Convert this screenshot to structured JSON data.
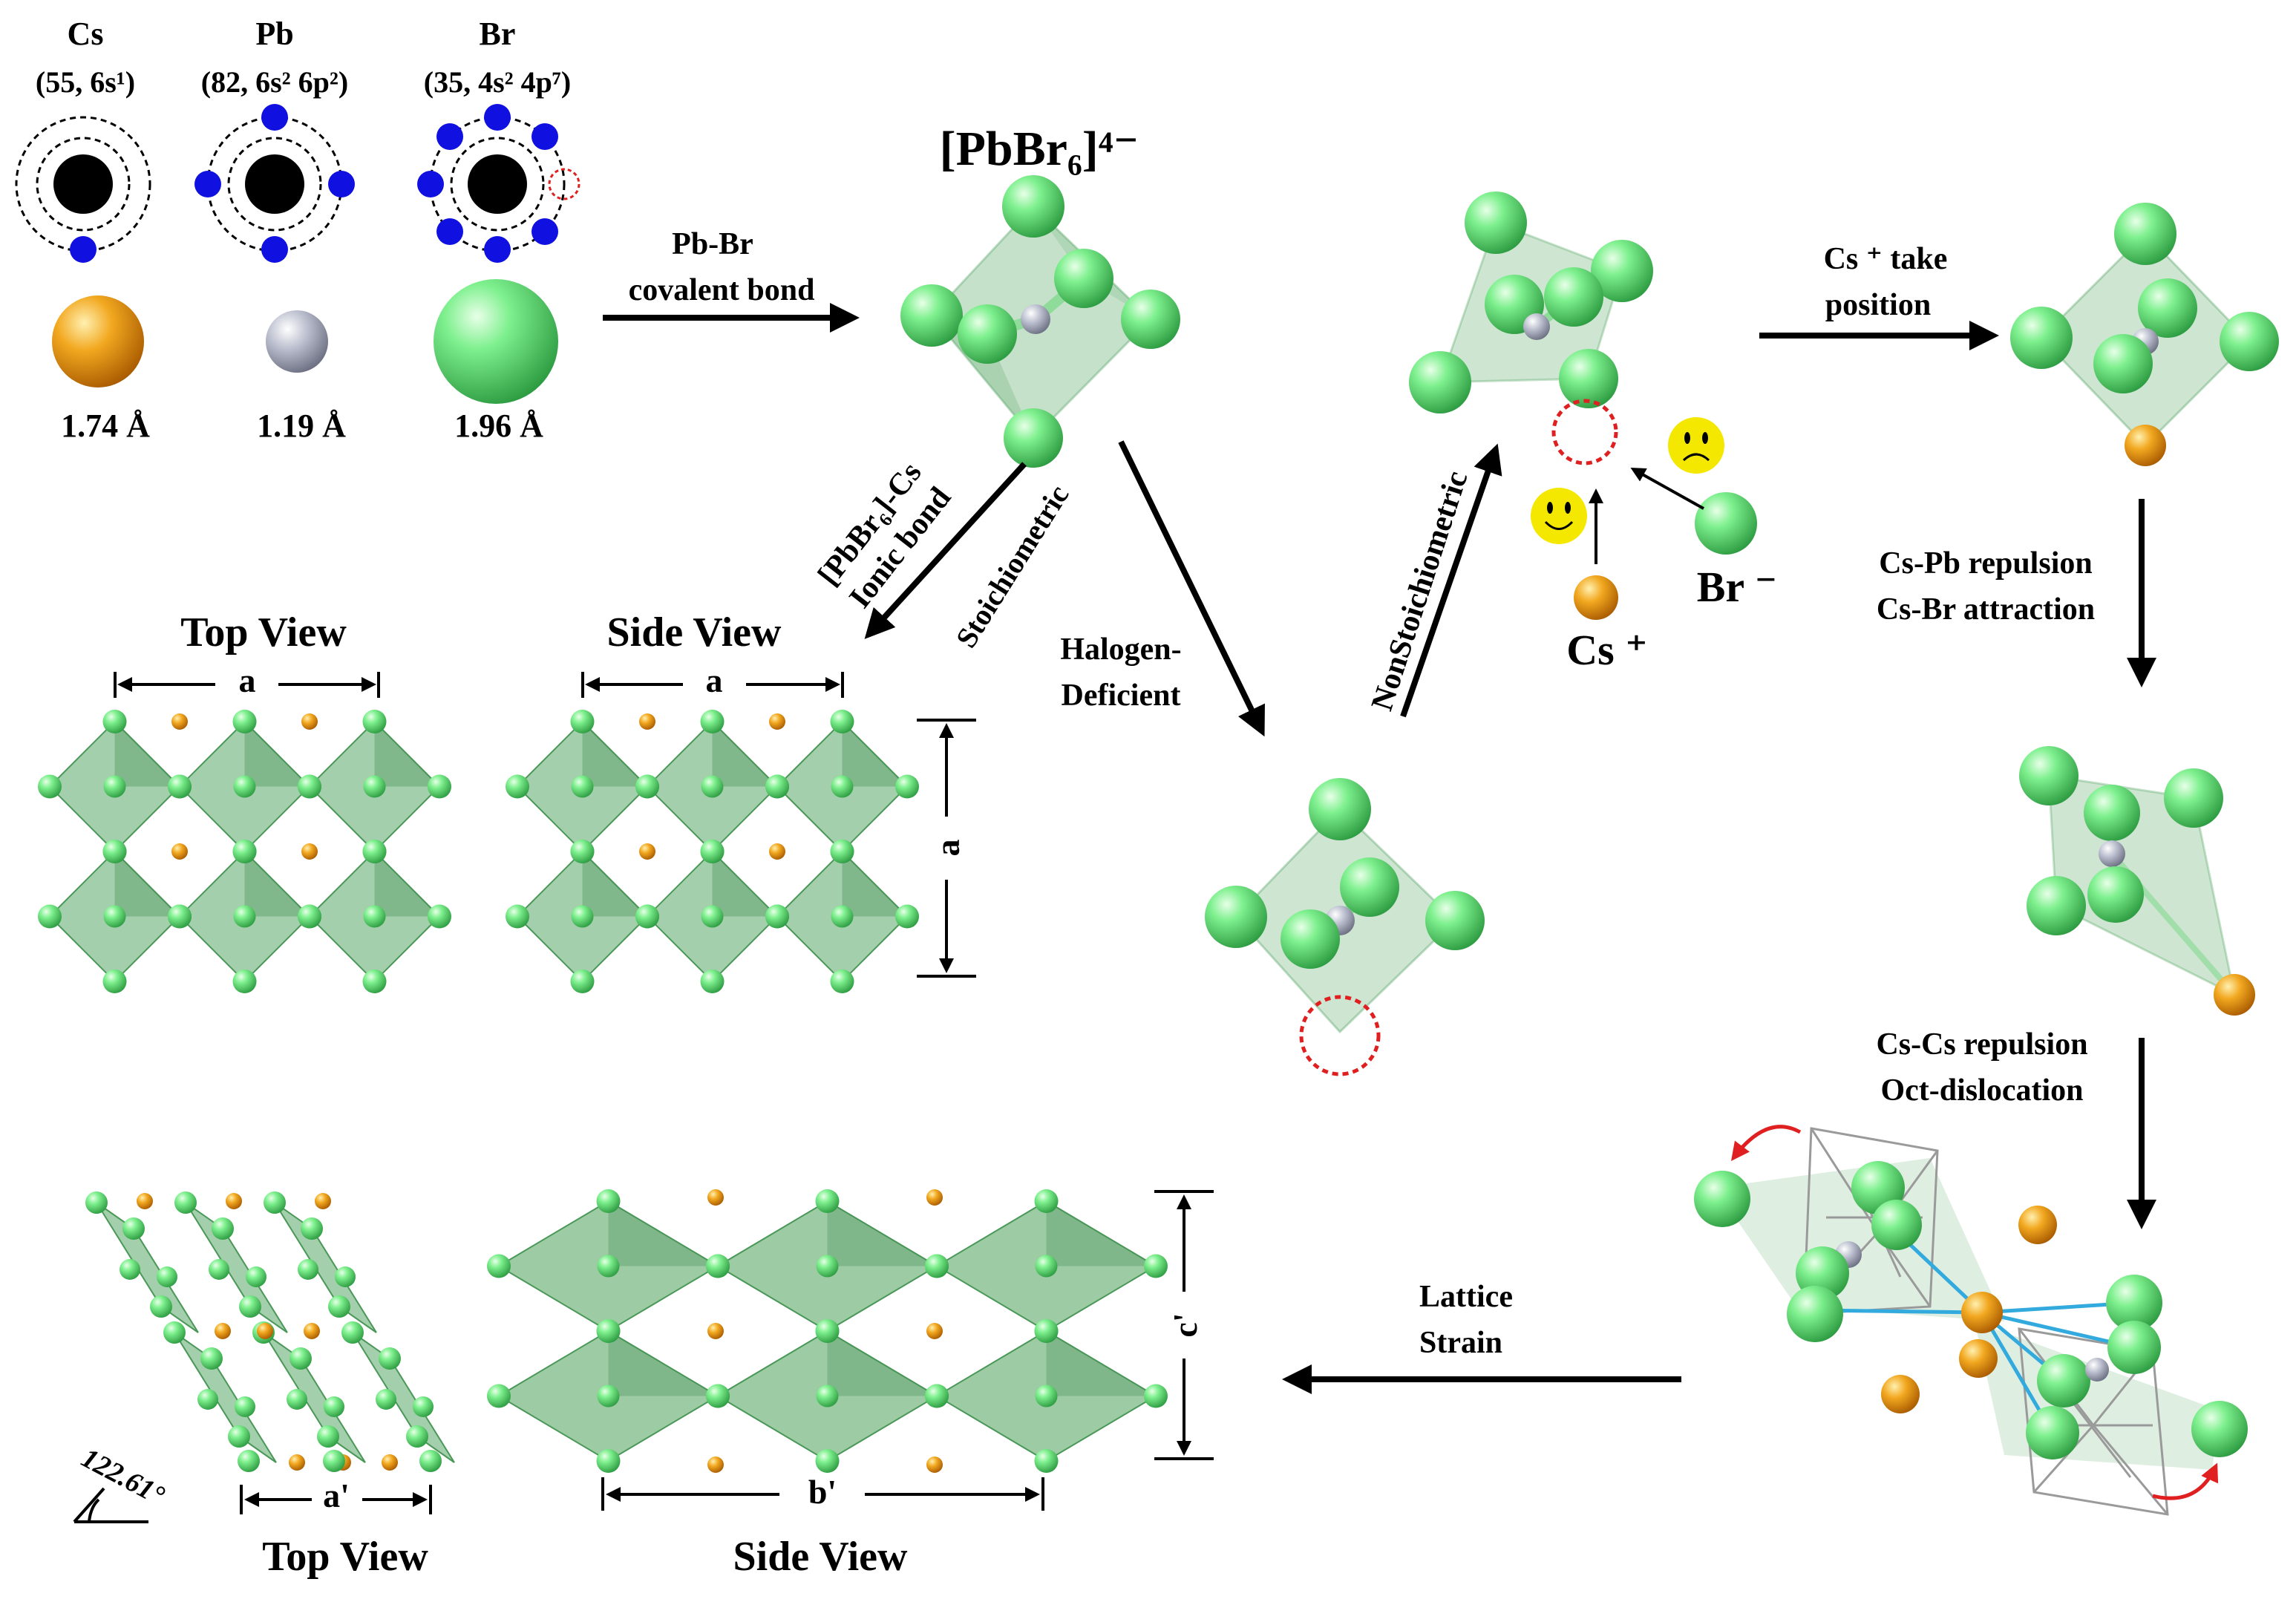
{
  "atoms": {
    "cs": {
      "symbol": "Cs",
      "info": "(55, 6s¹)",
      "radius": "1.74 Å"
    },
    "pb": {
      "symbol": "Pb",
      "info": "(82, 6s² 6p²)",
      "radius": "1.19 Å"
    },
    "br": {
      "symbol": "Br",
      "info": "(35, 4s² 4p⁷)",
      "radius": "1.96 Å"
    }
  },
  "octahedron_title": "[PbBr₆]⁴⁻",
  "labels": {
    "pbbr_bond_1": "Pb-Br",
    "pbbr_bond_2": "covalent bond",
    "ionic_1": "[PbBr₆]-Cs",
    "ionic_2": "Ionic bond",
    "stoichiometric": "Stoichiometric",
    "halogen_1": "Halogen-",
    "halogen_2": "Deficient",
    "nonstoich": "NonStoichiometric",
    "cs_take_1": "Cs ⁺ take",
    "cs_take_2": "position",
    "cs_ion": "Cs ⁺",
    "br_ion": "Br ⁻",
    "cspb_1": "Cs-Pb repulsion",
    "cspb_2": "Cs-Br attraction",
    "cscs_1": "Cs-Cs repulsion",
    "cscs_2": "Oct-dislocation",
    "strain_1": "Lattice",
    "strain_2": "Strain",
    "top_view": "Top View",
    "side_view": "Side View",
    "a": "a",
    "a_prime": "a'",
    "b_prime": "b'",
    "c_prime": "c'",
    "angle": "122.61°"
  },
  "colors": {
    "br_green": "#5fe07a",
    "cs_orange": "#f0a020",
    "pb_gray": "#b0b4c8",
    "octa_fill": "#5aa868",
    "electron_blue": "#1010e0",
    "vacancy_red": "#e02020",
    "smiley_yellow": "#f5e800"
  }
}
